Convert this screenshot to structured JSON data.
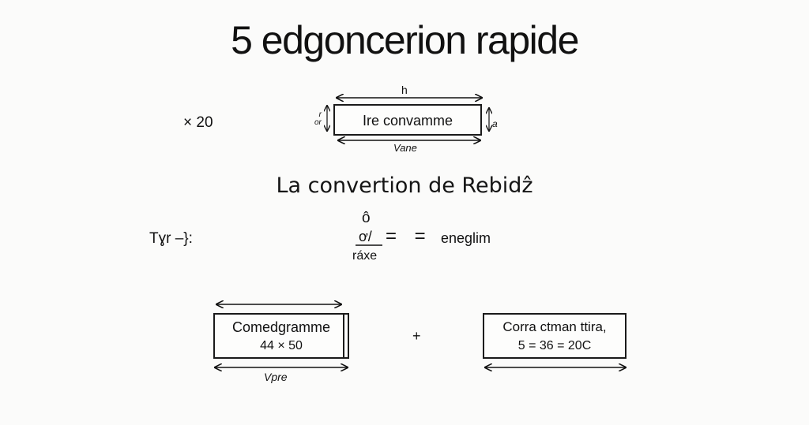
{
  "title": "5 edgoncerion rapide",
  "top_left_label": "× 20",
  "top_box": {
    "text": "Ire convamme",
    "top_label": "h",
    "bottom_label": "Vane",
    "left_label": "r\nor",
    "right_label": "a"
  },
  "subtitle": "La convertion de Rebidẑ",
  "middle_left_label": "Tɣr –}:",
  "fraction": {
    "numerator": "ô",
    "mid": "ơ/",
    "denominator": "ráxe",
    "equals": "= =",
    "result": "eneglim"
  },
  "bottom_left_box": {
    "line1": "Comedgramme",
    "line2": "44 × 50",
    "bottom_label": "Vpre"
  },
  "plus": "+",
  "bottom_right_box": {
    "line1": "Corra ctman ttira,",
    "line2": "5 = 36 = 20C"
  }
}
